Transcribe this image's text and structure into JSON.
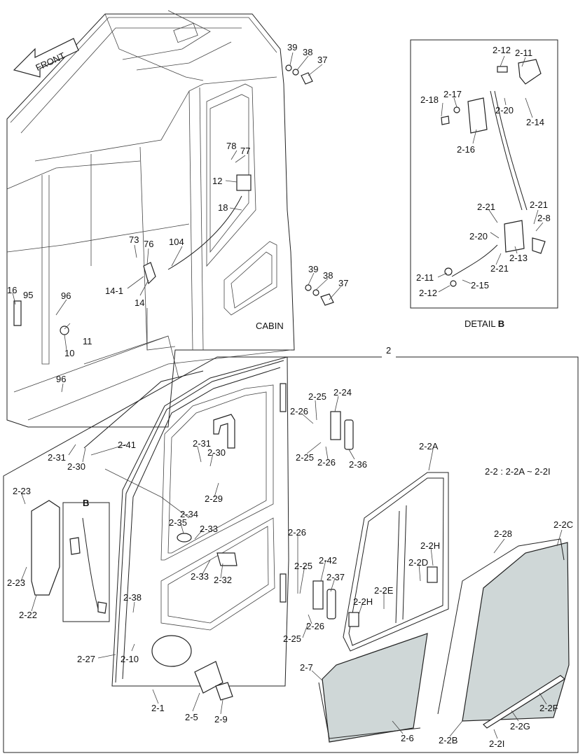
{
  "labels": {
    "front": "FRONT",
    "cabin": "CABIN",
    "detail": "DETAIL",
    "detail_letter": "B",
    "b_inset": "B",
    "group_2": "2",
    "group_range": "2-2 : 2-2A ~ 2-2I",
    "p39a": "39",
    "p38a": "38",
    "p37a": "37",
    "p78": "78",
    "p77": "77",
    "p12": "12",
    "p18": "18",
    "p73": "73",
    "p76": "76",
    "p104": "104",
    "p14_1": "14-1",
    "p14": "14",
    "p16": "16",
    "p95": "95",
    "p96a": "96",
    "p11": "11",
    "p10": "10",
    "p96b": "96",
    "p39b": "39",
    "p38b": "38",
    "p37b": "37",
    "d2_12a": "2-12",
    "d2_11a": "2-11",
    "d2_18": "2-18",
    "d2_17": "2-17",
    "d2_20a": "2-20",
    "d2_14": "2-14",
    "d2_16": "2-16",
    "d2_21a": "2-21",
    "d2_21b": "2-21",
    "d2_8": "2-8",
    "d2_20b": "2-20",
    "d2_13": "2-13",
    "d2_21c": "2-21",
    "d2_11b": "2-11",
    "d2_15": "2-15",
    "d2_12b": "2-12",
    "p2_25a": "2-25",
    "p2_24": "2-24",
    "p2_26a": "2-26",
    "p2_25b": "2-25",
    "p2_26b": "2-26",
    "p2_36": "2-36",
    "p2_31a": "2-31",
    "p2_30a": "2-30",
    "p2_41": "2-41",
    "p2_31b": "2-31",
    "p2_30b": "2-30",
    "p2_29": "2-29",
    "p2_2A": "2-2A",
    "p2_23a": "2-23",
    "p2_23b": "2-23",
    "p2_22": "2-22",
    "p2_34": "2-34",
    "p2_35": "2-35",
    "p2_33a": "2-33",
    "p2_33b": "2-33",
    "p2_32": "2-32",
    "p2_26c": "2-26",
    "p2_25c": "2-25",
    "p2_42": "2-42",
    "p2_37": "2-37",
    "p2_26d": "2-26",
    "p2_25d": "2-25",
    "p2_2H_a": "2-2H",
    "p2_2D": "2-2D",
    "p2_2E": "2-2E",
    "p2_2H_b": "2-2H",
    "p2_28": "2-28",
    "p2_2C": "2-2C",
    "p2_38": "2-38",
    "p2_27": "2-27",
    "p2_10": "2-10",
    "p2_7": "2-7",
    "p2_1": "2-1",
    "p2_5": "2-5",
    "p2_9": "2-9",
    "p2_6": "2-6",
    "p2_2F": "2-2F",
    "p2_2G": "2-2G",
    "p2_2B": "2-2B",
    "p2_2I": "2-2I"
  }
}
